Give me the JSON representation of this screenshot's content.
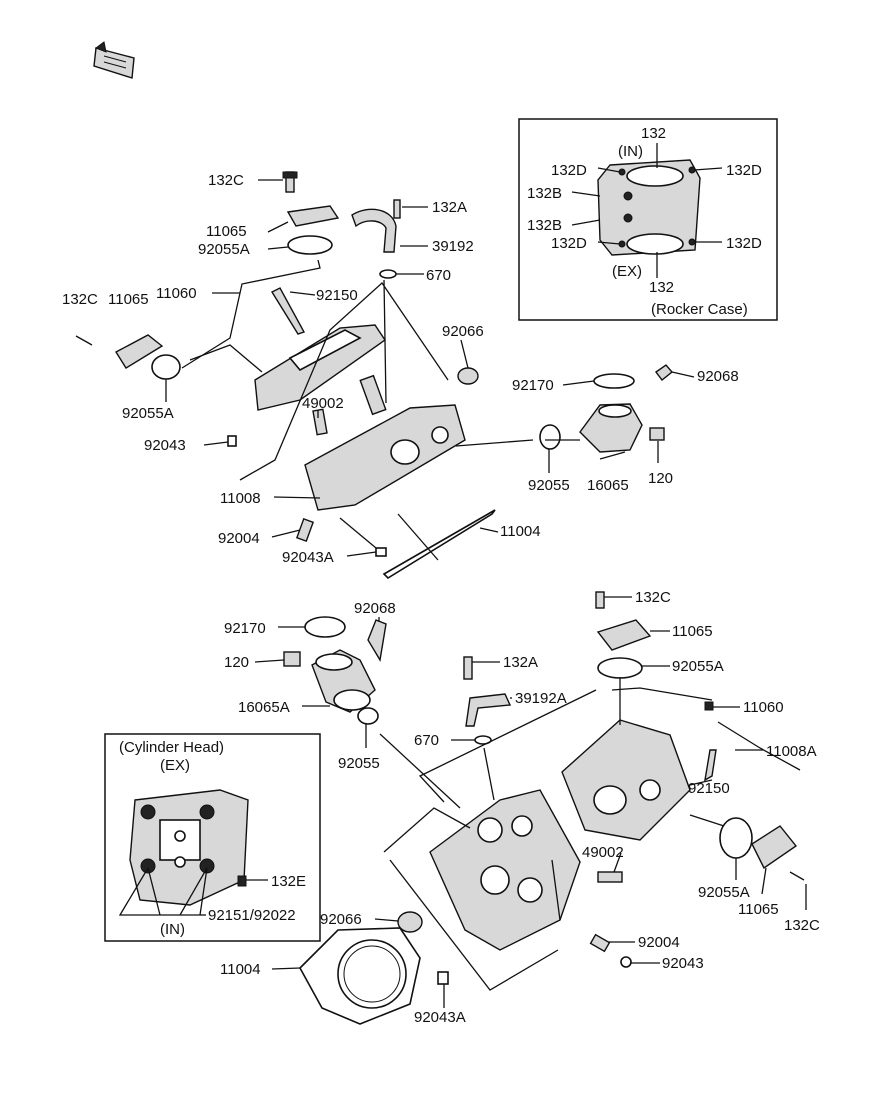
{
  "labels": {
    "l132C_a": "132C",
    "l11065_a": "11065",
    "l92055A_a": "92055A",
    "l132A_a": "132A",
    "l39192": "39192",
    "l670_a": "670",
    "l11060_a": "11060",
    "l92150_a": "92150",
    "l132C_b": "132C",
    "l11065_b": "11065",
    "l92055A_b": "92055A",
    "l92066_a": "92066",
    "l92170_a": "92170",
    "l92068_a": "92068",
    "l49002_a": "49002",
    "l92043_a": "92043",
    "l92055_a": "92055",
    "l16065": "16065",
    "l120_a": "120",
    "l11008": "11008",
    "l92004_a": "92004",
    "l11004_a": "11004",
    "l92043A_a": "92043A",
    "l132C_c": "132C",
    "l11065_c": "11065",
    "l92170_b": "92170",
    "l92068_b": "92068",
    "l92055A_c": "92055A",
    "l120_b": "120",
    "l132A_b": "132A",
    "l39192A": "39192A",
    "l16065A": "16065A",
    "l11060_b": "11060",
    "l670_b": "670",
    "l92055_b": "92055",
    "l11008A": "11008A",
    "l92150_b": "92150",
    "l49002_b": "49002",
    "l132E": "132E",
    "l92151": "92151/92022",
    "l92055A_d": "92055A",
    "l11065_d": "11065",
    "l132C_d": "132C",
    "l92066_b": "92066",
    "l92004_b": "92004",
    "l92043_b": "92043",
    "l11004_b": "11004",
    "l92043A_b": "92043A"
  },
  "rocker_inset": {
    "in_label": "(IN)",
    "ex_label": "(EX)",
    "caption": "(Rocker Case)",
    "top_132": "132",
    "bottom_132": "132",
    "d_tl": "132D",
    "d_tr": "132D",
    "d_bl": "132D",
    "d_br": "132D",
    "b_top": "132B",
    "b_bottom": "132B"
  },
  "cylinder_inset": {
    "title": "(Cylinder Head)",
    "ex_label": "(EX)",
    "in_label": "(IN)"
  }
}
